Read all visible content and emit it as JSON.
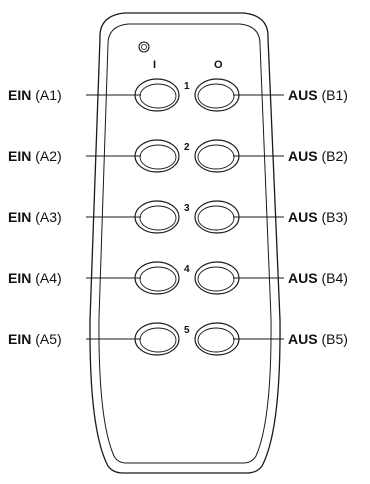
{
  "remote": {
    "column_labels": {
      "on": "I",
      "off": "O"
    },
    "rows": [
      {
        "number": "1",
        "left": {
          "word": "EIN",
          "code": "(A1)"
        },
        "right": {
          "word": "AUS",
          "code": "(B1)"
        }
      },
      {
        "number": "2",
        "left": {
          "word": "EIN",
          "code": "(A2)"
        },
        "right": {
          "word": "AUS",
          "code": "(B2)"
        }
      },
      {
        "number": "3",
        "left": {
          "word": "EIN",
          "code": "(A3)"
        },
        "right": {
          "word": "AUS",
          "code": "(B3)"
        }
      },
      {
        "number": "4",
        "left": {
          "word": "EIN",
          "code": "(A4)"
        },
        "right": {
          "word": "AUS",
          "code": "(B4)"
        }
      },
      {
        "number": "5",
        "left": {
          "word": "EIN",
          "code": "(A5)"
        },
        "right": {
          "word": "AUS",
          "code": "(B5)"
        }
      }
    ]
  }
}
